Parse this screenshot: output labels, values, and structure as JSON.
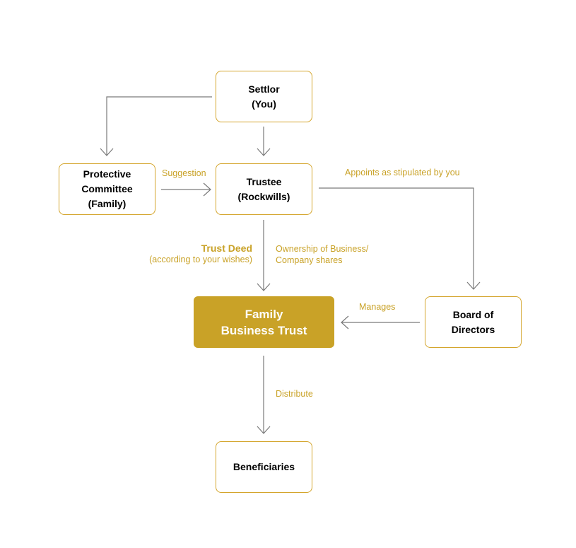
{
  "colors": {
    "accent": "#c9a227",
    "border": "#d4a52c",
    "edge": "#7a7a7a",
    "text": "#000000"
  },
  "nodes": {
    "settlor": {
      "line1": "Settlor",
      "line2": "(You)"
    },
    "trustee": {
      "line1": "Trustee",
      "line2": "(Rockwills)"
    },
    "protective_committee": {
      "line1": "Protective",
      "line2": "Committee",
      "line3": "(Family)"
    },
    "family_business_trust": {
      "line1": "Family",
      "line2": "Business Trust"
    },
    "board_of_directors": {
      "line1": "Board of",
      "line2": "Directors"
    },
    "beneficiaries": {
      "line1": "Beneficiaries"
    }
  },
  "edge_labels": {
    "suggestion": "Suggestion",
    "appoints": "Appoints as stipulated by you",
    "trust_deed": {
      "title": "Trust Deed",
      "subtitle": "(according to your wishes)"
    },
    "ownership": {
      "line1": "Ownership of Business/",
      "line2": "Company shares"
    },
    "manages": "Manages",
    "distribute": "Distribute"
  }
}
